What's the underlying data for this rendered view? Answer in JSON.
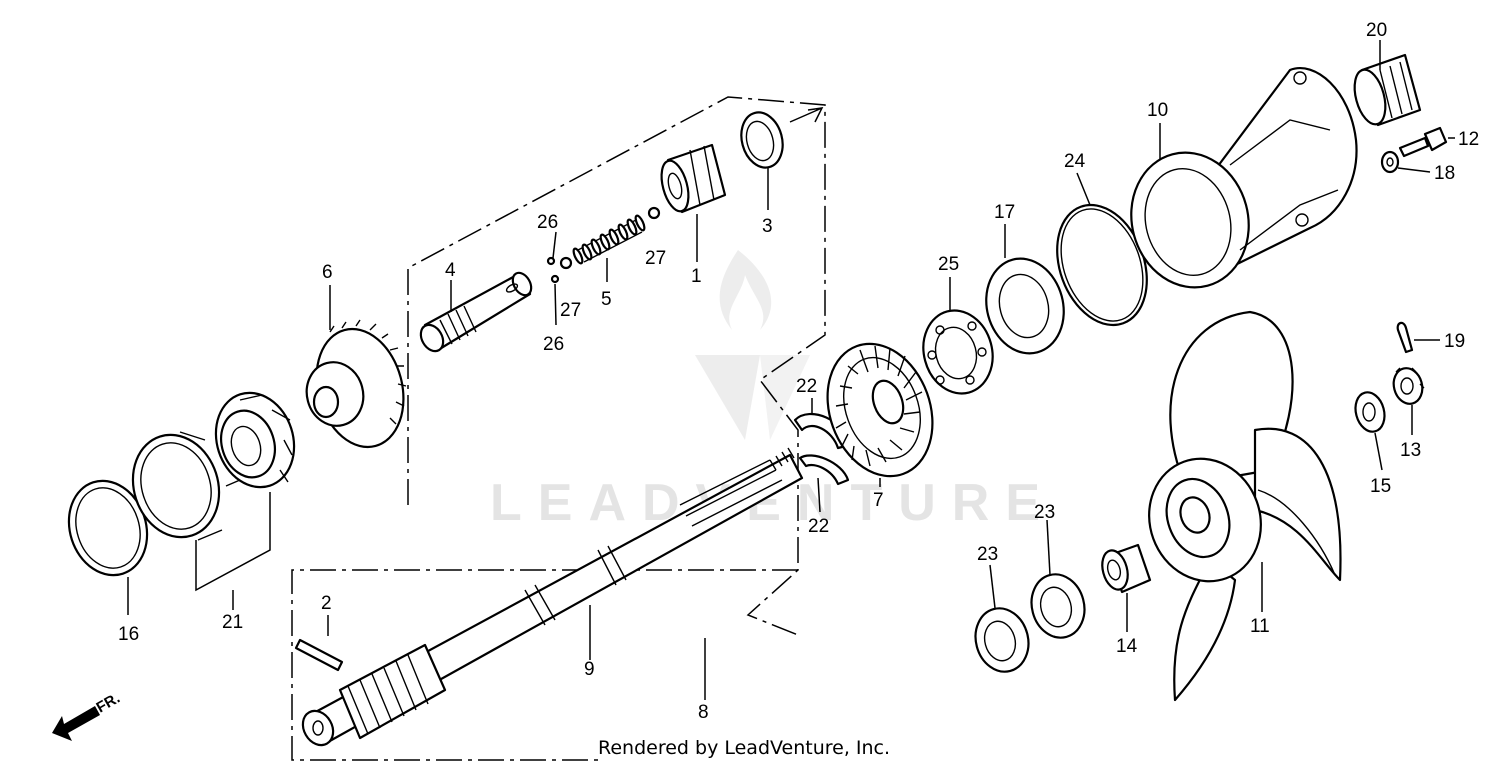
{
  "watermark": {
    "wordmark": "LEADVENTURE"
  },
  "credit": "Rendered by LeadVenture, Inc.",
  "direction_label": "FR.",
  "callouts": {
    "c1": "1",
    "c2": "2",
    "c3": "3",
    "c4": "4",
    "c5": "5",
    "c6": "6",
    "c7": "7",
    "c8": "8",
    "c9": "9",
    "c10": "10",
    "c11": "11",
    "c12": "12",
    "c13": "13",
    "c14": "14",
    "c15": "15",
    "c16": "16",
    "c17": "17",
    "c18": "18",
    "c19": "19",
    "c20": "20",
    "c21": "21",
    "c22a": "22",
    "c22b": "22",
    "c23a": "23",
    "c23b": "23",
    "c24": "24",
    "c25": "25",
    "c26a": "26",
    "c26b": "26",
    "c27a": "27",
    "c27b": "27"
  }
}
